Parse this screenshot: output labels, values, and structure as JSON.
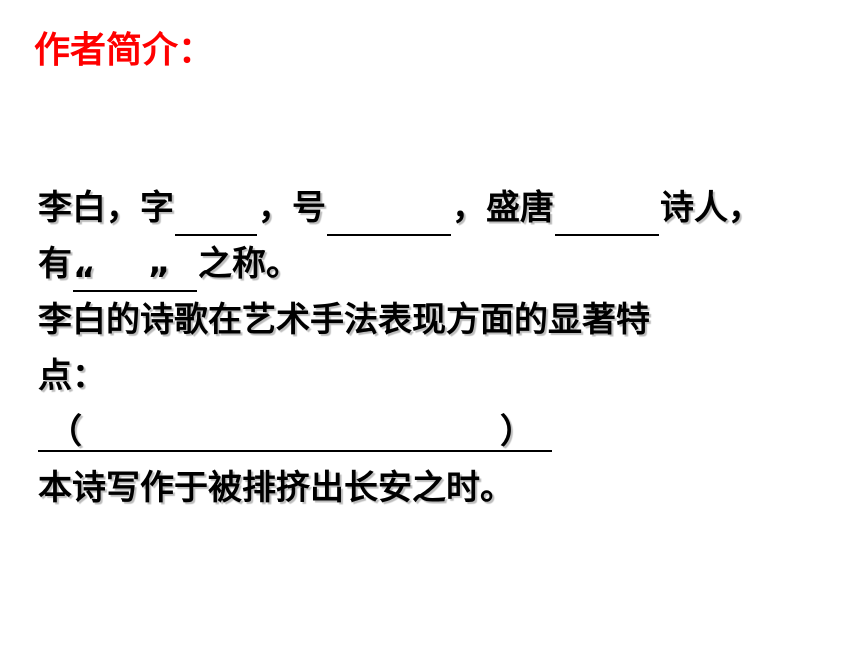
{
  "slide": {
    "background": "#ffffff",
    "title_color": "#ff0000",
    "text_color": "#000000",
    "title": "作者简介：",
    "line1": {
      "part1": "李白，字",
      "part2": "，号",
      "part3": "，盛唐",
      "part4": "诗人，"
    },
    "line2": {
      "part1": "有",
      "open_quote": "“",
      "close_quote": "”",
      "part2": "之称。"
    },
    "line3": "李白的诗歌在艺术手法表现方面的显著特",
    "line4": "点：",
    "line5": {
      "open_paren": "（",
      "close_paren": "）"
    },
    "line6": "本诗写作于被排挤出长安之时。"
  }
}
